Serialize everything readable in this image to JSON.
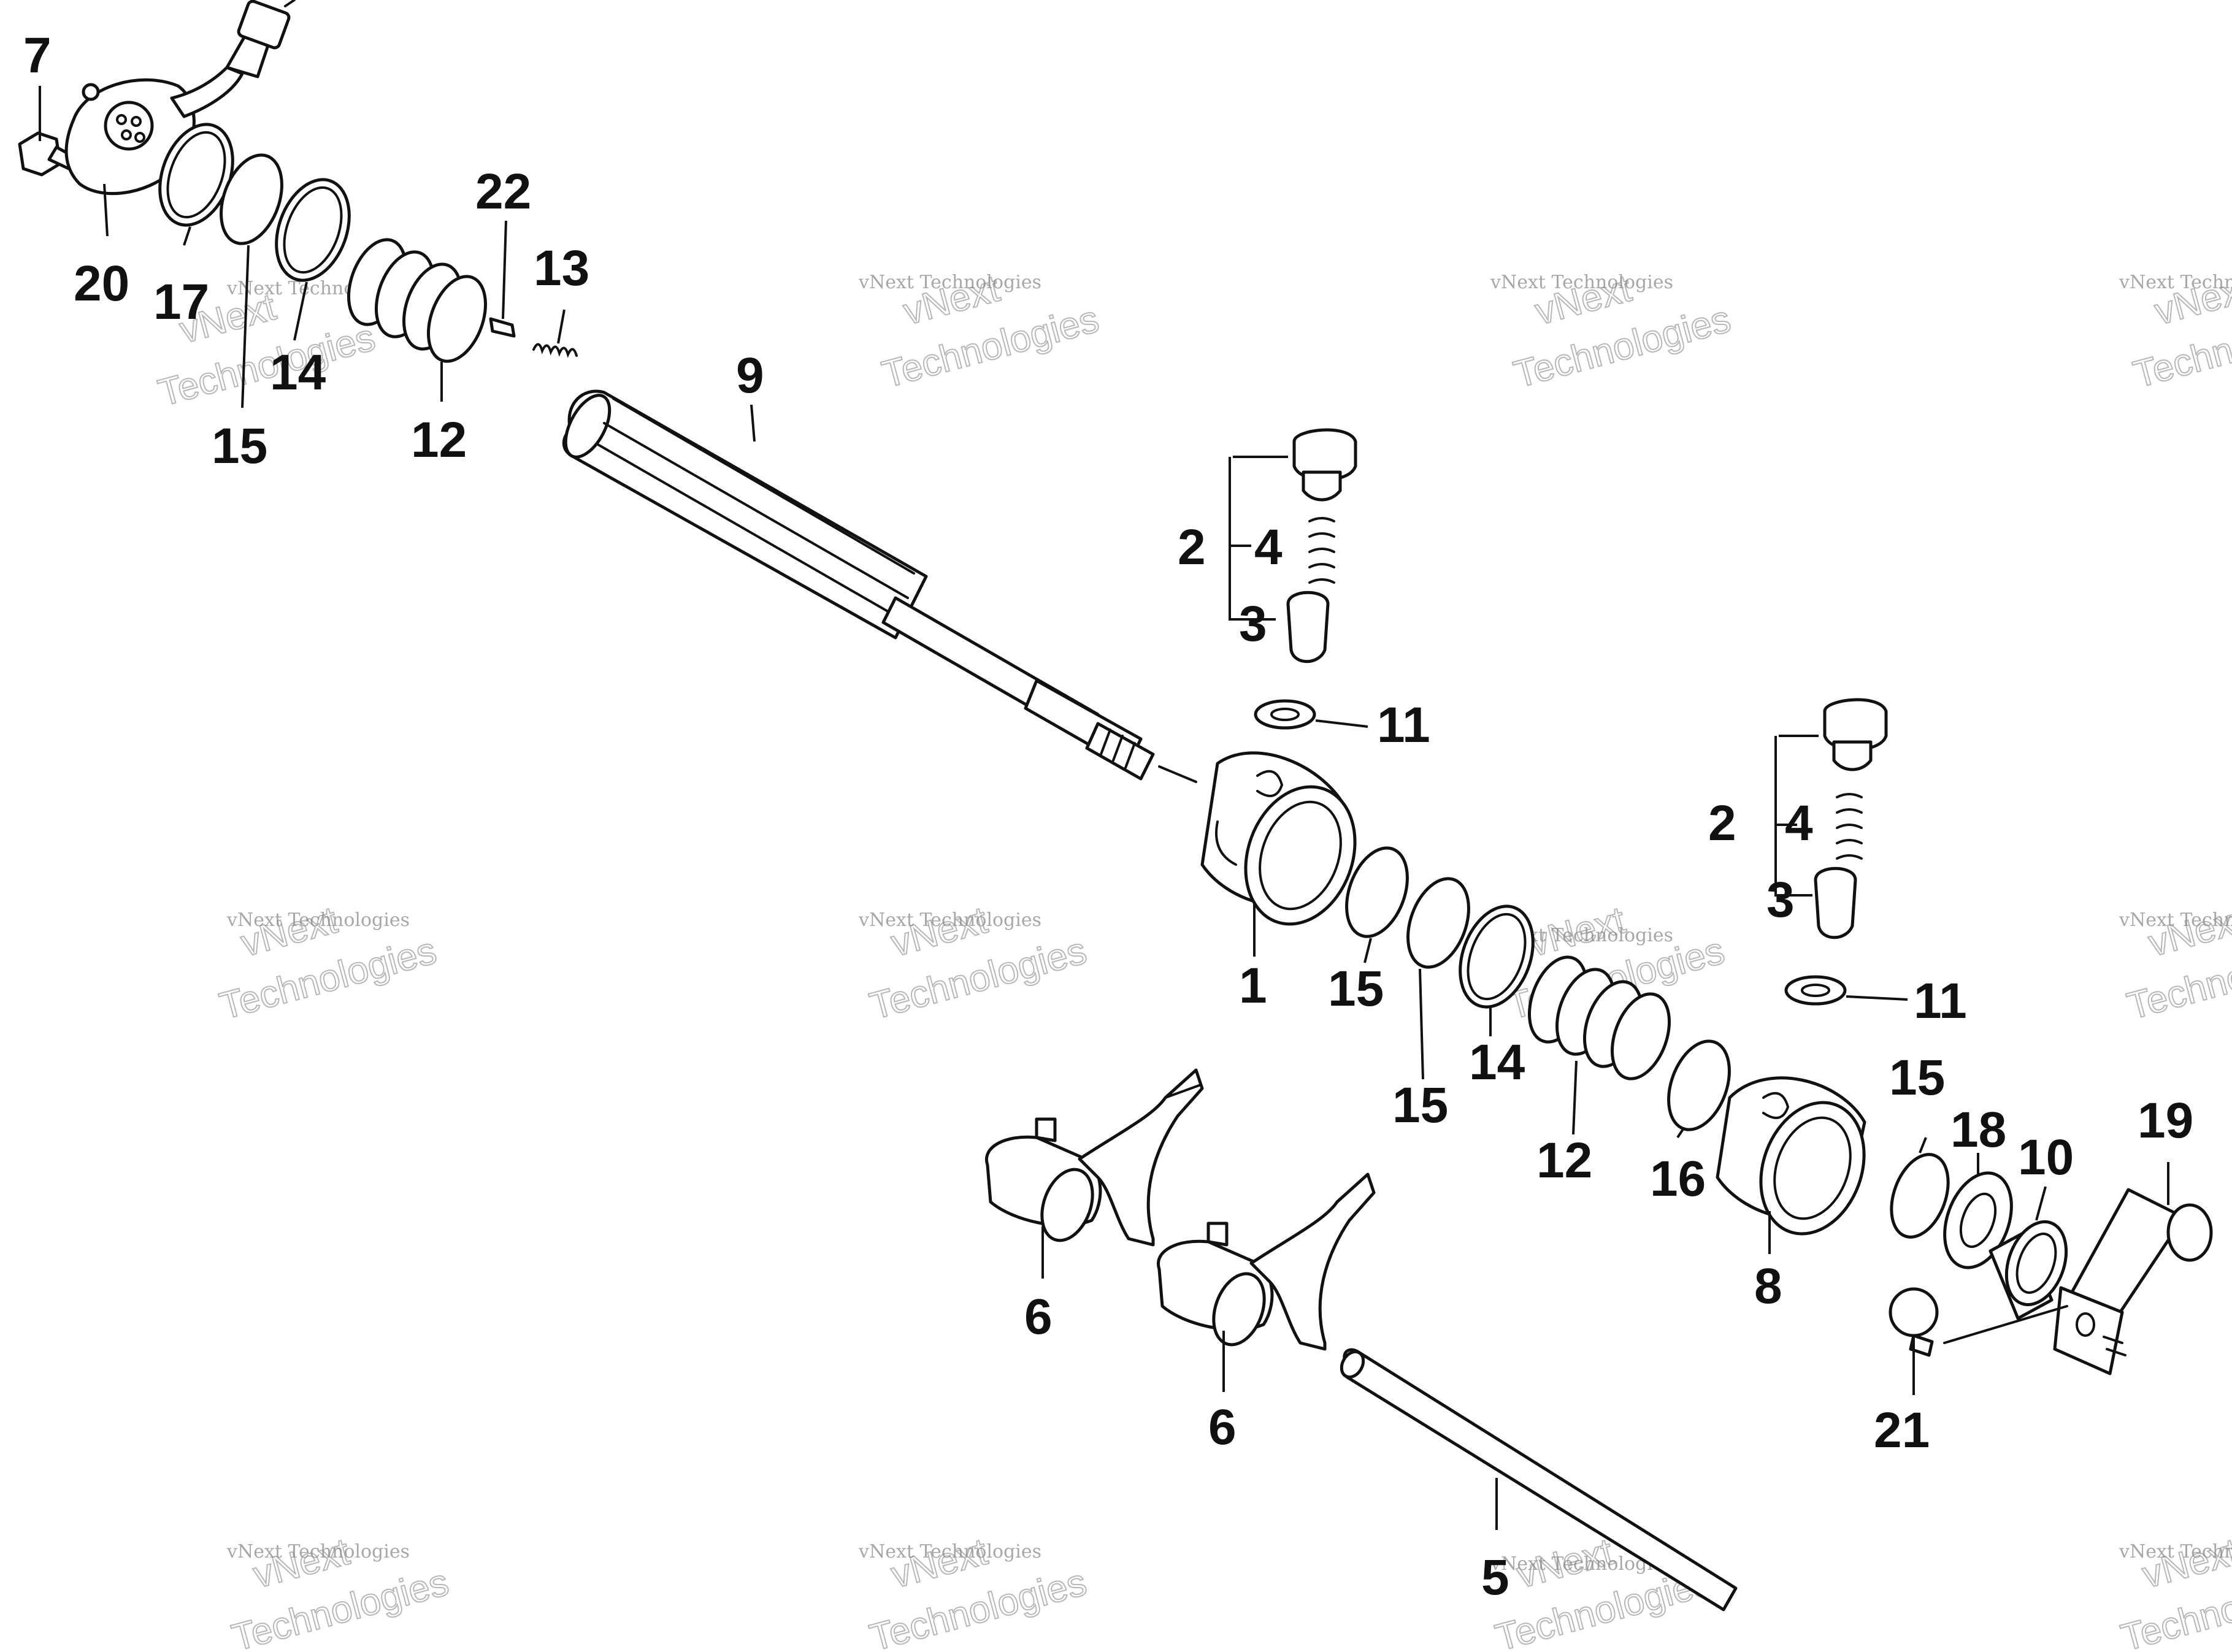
{
  "diagram": {
    "watermark": {
      "line1": "vNext Technologies",
      "line2": "Technologies",
      "line3": "vNext"
    },
    "callouts": [
      {
        "id": "c7",
        "label": "7"
      },
      {
        "id": "c20",
        "label": "20"
      },
      {
        "id": "c17",
        "label": "17"
      },
      {
        "id": "c15a",
        "label": "15"
      },
      {
        "id": "c14a",
        "label": "14"
      },
      {
        "id": "c12a",
        "label": "12"
      },
      {
        "id": "c22",
        "label": "22"
      },
      {
        "id": "c13",
        "label": "13"
      },
      {
        "id": "c9",
        "label": "9"
      },
      {
        "id": "c2a",
        "label": "2"
      },
      {
        "id": "c4a",
        "label": "4"
      },
      {
        "id": "c3a",
        "label": "3"
      },
      {
        "id": "c11a",
        "label": "11"
      },
      {
        "id": "c1",
        "label": "1"
      },
      {
        "id": "c15b",
        "label": "15"
      },
      {
        "id": "c15c",
        "label": "15"
      },
      {
        "id": "c14b",
        "label": "14"
      },
      {
        "id": "c12b",
        "label": "12"
      },
      {
        "id": "c16",
        "label": "16"
      },
      {
        "id": "c8",
        "label": "8"
      },
      {
        "id": "c2b",
        "label": "2"
      },
      {
        "id": "c4b",
        "label": "4"
      },
      {
        "id": "c3b",
        "label": "3"
      },
      {
        "id": "c11b",
        "label": "11"
      },
      {
        "id": "c15d",
        "label": "15"
      },
      {
        "id": "c18",
        "label": "18"
      },
      {
        "id": "c10",
        "label": "10"
      },
      {
        "id": "c19",
        "label": "19"
      },
      {
        "id": "c21",
        "label": "21"
      },
      {
        "id": "c6a",
        "label": "6"
      },
      {
        "id": "c6b",
        "label": "6"
      },
      {
        "id": "c5",
        "label": "5"
      }
    ]
  }
}
